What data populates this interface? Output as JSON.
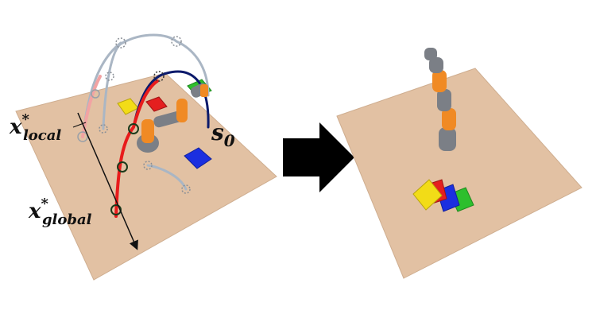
{
  "labels": {
    "x_local": {
      "symbol": "x",
      "superscript": "*",
      "subscript": "local"
    },
    "x_global": {
      "symbol": "x",
      "superscript": "*",
      "subscript": "global"
    },
    "s0": {
      "symbol": "s",
      "subscript": "0"
    }
  },
  "colors": {
    "table": "#e2c1a3",
    "table_edge": "#c9a98b",
    "global_path": "#e81b1b",
    "local_path_faded": "#f2a3a3",
    "candidate_path": "#aab6c4",
    "goal_path": "#0b1a6b",
    "robot_orange": "#f08a24",
    "robot_gray": "#7b7f86",
    "block_yellow": "#f2dc17",
    "block_red": "#e41f1f",
    "block_green": "#2dbf2d",
    "block_blue": "#1b2fe0",
    "arrow": "#000000"
  },
  "icons": [
    "right-arrow-icon"
  ]
}
